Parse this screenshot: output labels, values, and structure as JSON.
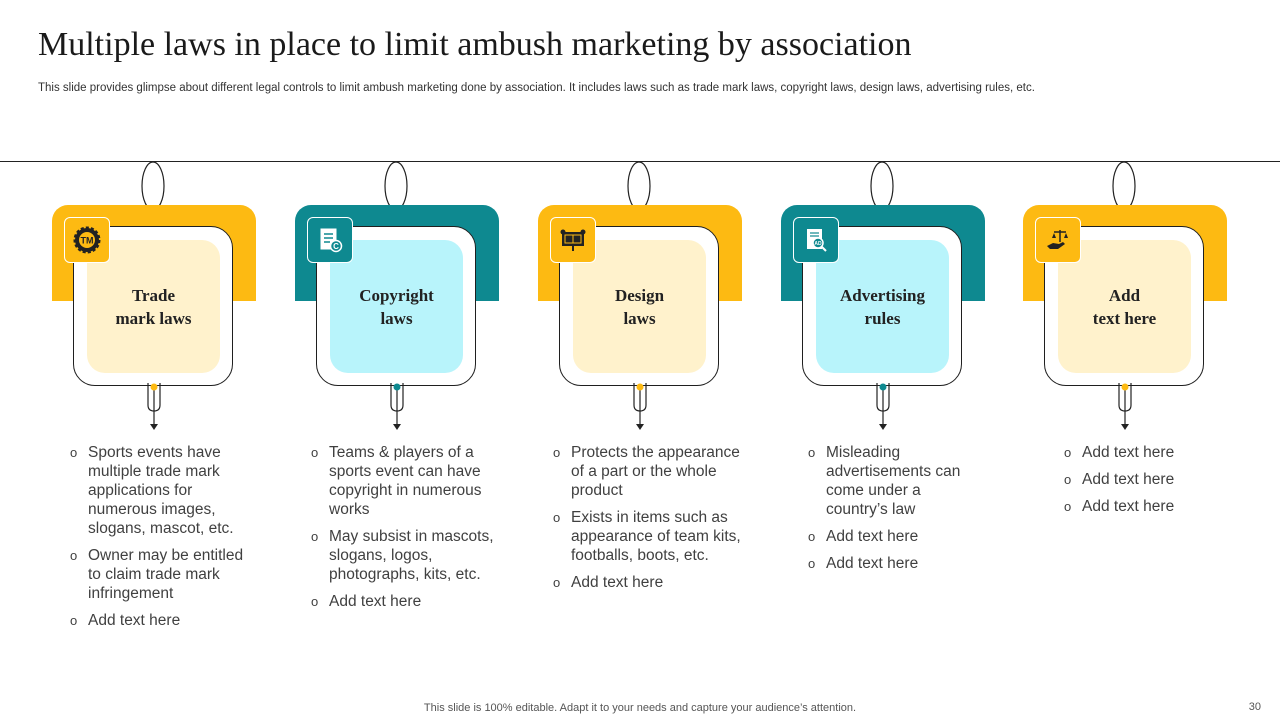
{
  "title": "Multiple laws in place to limit ambush marketing by association",
  "subtitle": "This slide provides glimpse about different legal controls to limit ambush marketing done by association. It includes laws such as trade mark laws, copyright laws, design laws, advertising rules, etc.",
  "colors": {
    "yellow": "#FDBA12",
    "teal": "#0E8990",
    "light_yellow": "#FFF2CC",
    "light_cyan": "#B8F4FB"
  },
  "cards": [
    {
      "icon": "trademark-icon",
      "label_line1": "Trade",
      "label_line2": "mark laws",
      "bullets": [
        "Sports events have multiple trade mark applications for numerous images, slogans, mascot, etc.",
        "Owner may be entitled to claim trade mark infringement",
        "Add text here"
      ]
    },
    {
      "icon": "copyright-document-icon",
      "label_line1": "Copyright",
      "label_line2": "laws",
      "bullets": [
        "Teams & players of a sports event can have copyright in numerous works",
        "May subsist in mascots, slogans, logos, photographs, kits, etc.",
        "Add text here"
      ]
    },
    {
      "icon": "blueprint-design-icon",
      "label_line1": "Design",
      "label_line2": "laws",
      "bullets": [
        "Protects the appearance of a part or the whole product",
        "Exists in items such as appearance of team kits, footballs, boots, etc.",
        "Add text here"
      ]
    },
    {
      "icon": "ad-search-icon",
      "label_line1": "Advertising",
      "label_line2": "rules",
      "bullets": [
        "Misleading advertisements can come under a country’s law",
        "Add text here",
        "Add text here"
      ]
    },
    {
      "icon": "hand-scales-icon",
      "label_line1": "Add",
      "label_line2": "text here",
      "bullets": [
        "Add text here",
        "Add text here",
        "Add text here"
      ]
    }
  ],
  "bullet_marker": "o",
  "footer": "This slide is 100% editable. Adapt it to your needs and capture your audience’s attention.",
  "page_number": "30"
}
